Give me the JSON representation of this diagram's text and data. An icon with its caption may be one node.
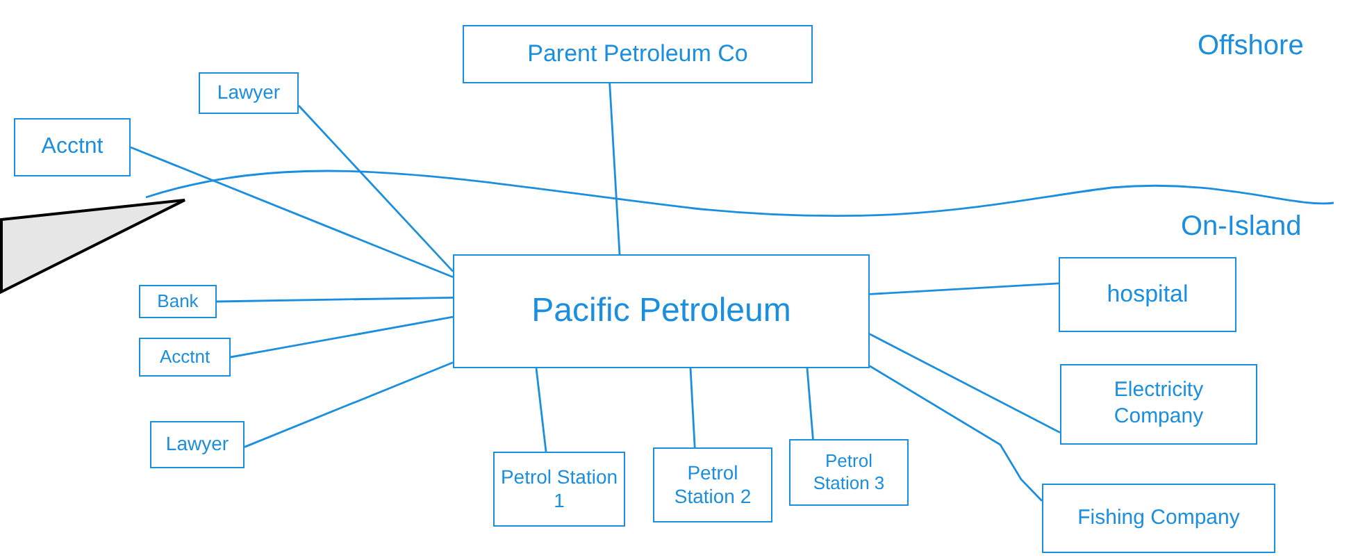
{
  "diagram": {
    "nodes": [
      {
        "text": [
          "Parent Petroleum Co"
        ]
      },
      {
        "text": [
          "Lawyer"
        ]
      },
      {
        "text": [
          "Acctnt"
        ]
      },
      {
        "text": [
          "Pacific Petroleum"
        ]
      },
      {
        "text": [
          "Bank"
        ]
      },
      {
        "text": [
          "Acctnt"
        ]
      },
      {
        "text": [
          "Lawyer"
        ]
      },
      {
        "text": [
          "hospital"
        ]
      },
      {
        "text": [
          "Electricity Company"
        ]
      },
      {
        "text": [
          "Petrol Station 1"
        ]
      },
      {
        "text": [
          "Petrol Station 2"
        ]
      },
      {
        "text": [
          "Petrol Station 3"
        ]
      },
      {
        "text": [
          "Fishing Company"
        ]
      },
      {
        "text": [],
        "shape": "triangle"
      }
    ],
    "edges": [
      {
        "from": 0,
        "to": 3,
        "arrow": "none"
      },
      {
        "from": 1,
        "to": 3,
        "arrow": "none"
      },
      {
        "from": 2,
        "to": 3,
        "arrow": "none"
      },
      {
        "from": 4,
        "to": 3,
        "arrow": "none"
      },
      {
        "from": 5,
        "to": 3,
        "arrow": "none"
      },
      {
        "from": 6,
        "to": 3,
        "arrow": "none"
      },
      {
        "from": 3,
        "to": 7,
        "arrow": "none"
      },
      {
        "from": 3,
        "to": 8,
        "arrow": "none"
      },
      {
        "from": 3,
        "to": 12,
        "arrow": "none"
      },
      {
        "from": 3,
        "to": 9,
        "arrow": "none"
      },
      {
        "from": 3,
        "to": 10,
        "arrow": "none"
      },
      {
        "from": 3,
        "to": 11,
        "arrow": "none"
      }
    ],
    "labels": [
      "Offshore",
      "On-Island"
    ]
  }
}
